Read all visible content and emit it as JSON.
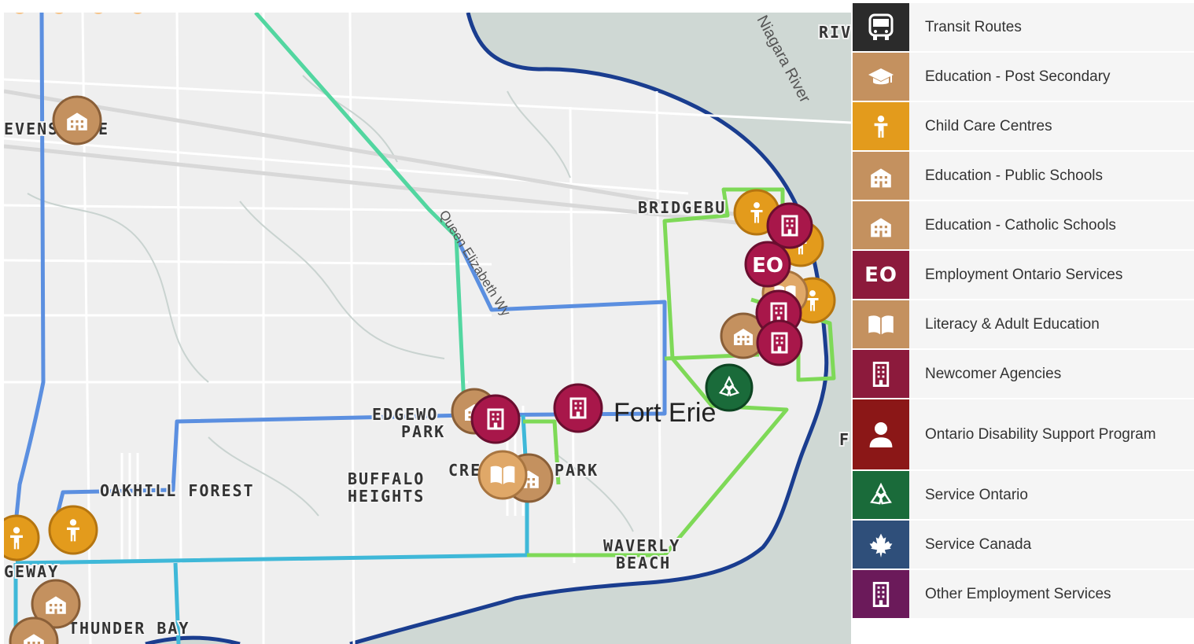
{
  "map": {
    "labels": {
      "stevensville": "EVENS",
      "stevensville_tail": "E",
      "bridgeburg": "BRIDGEBU",
      "edgewood_1": "EDGEWO",
      "edgewood_2": "PARK",
      "buffalo_1": "BUFFALO",
      "buffalo_2": "HEIGHTS",
      "crescent_1": "CRE",
      "crescent_2": "PARK",
      "oakhill": "OAKHILL FOREST",
      "ridgeway": "GEWAY",
      "thunder_bay": "THUNDER BAY",
      "waverly_1": "WAVERLY",
      "waverly_2": "BEACH",
      "fort_erie": "Fort Erie",
      "qew": "Queen Elizabeth Wy",
      "niagara_river": "Niagara River",
      "rivi": "RIVI",
      "f_edge": "F"
    },
    "colors": {
      "water": "#cfd8d4",
      "land": "#f0f0f0",
      "shore": "#1a3d8f",
      "route_blue": "#5b8fe0",
      "route_teal": "#3fb8d8",
      "route_green": "#7ed957",
      "route_mint": "#52d6a0"
    }
  },
  "legend": {
    "items": [
      {
        "label": "Transit Routes",
        "icon": "bus-icon",
        "color": "#2b2b2b"
      },
      {
        "label": "Education - Post Secondary",
        "icon": "graduation-cap-icon",
        "color": "#c4915f"
      },
      {
        "label": "Child Care Centres",
        "icon": "child-icon",
        "color": "#e39b1c"
      },
      {
        "label": "Education - Public Schools",
        "icon": "school-building-icon",
        "color": "#c4915f"
      },
      {
        "label": "Education - Catholic Schools",
        "icon": "school-building-icon",
        "color": "#c4915f"
      },
      {
        "label": "Employment Ontario Services",
        "icon": "eo-icon",
        "color": "#8c1a3c",
        "glyph": "EO"
      },
      {
        "label": "Literacy & Adult Education",
        "icon": "open-book-icon",
        "color": "#c4915f"
      },
      {
        "label": "Newcomer Agencies",
        "icon": "office-building-icon",
        "color": "#8c1a3c"
      },
      {
        "label": "Ontario Disability Support Program",
        "icon": "person-icon",
        "color": "#8b1717"
      },
      {
        "label": "Service Ontario",
        "icon": "trillium-icon",
        "color": "#1a6b3a"
      },
      {
        "label": "Service Canada",
        "icon": "maple-leaf-icon",
        "color": "#2f4f7a"
      },
      {
        "label": "Other Employment Services",
        "icon": "office-building-icon",
        "color": "#6b1a5a"
      }
    ]
  }
}
